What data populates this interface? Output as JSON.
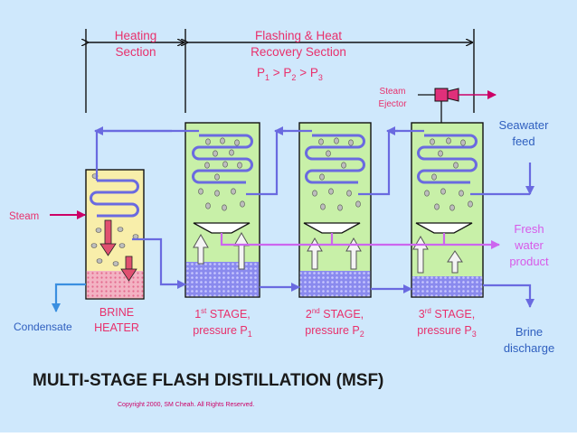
{
  "colors": {
    "background": "#cfe8fc",
    "red_text": "#e8306c",
    "blue_text": "#2f5fbf",
    "pink_text": "#d85ae8",
    "title_text": "#1a1a1a",
    "tank_fill": "#c8f0a8",
    "heater_fill": "#f8eeaa",
    "brine_fill": "#8080e8",
    "pipe_blue": "#6a6ae0",
    "pipe_pink": "#cc66ee",
    "steam_magenta": "#cc0066",
    "condensate_blue": "#3a8fe0"
  },
  "labels": {
    "heating_line1": "Heating",
    "heating_line2": "Section",
    "flashing_line1": "Flashing & Heat",
    "flashing_line2": "Recovery Section",
    "p1": "P",
    "p1_sub": "1",
    "gt1": " > P",
    "p2_sub": "2",
    "gt2": " > P",
    "p3_sub": "3",
    "ejector_line1": "Steam",
    "ejector_line2": "Ejector",
    "seawater_line1": "Seawater",
    "seawater_line2": "feed",
    "fresh_line1": "Fresh",
    "fresh_line2": "water",
    "fresh_line3": "product",
    "steam": "Steam",
    "condensate": "Condensate",
    "brine_heater_line1": "BRINE",
    "brine_heater_line2": "HEATER",
    "stage1_num": "1",
    "stage1_sup": "st",
    "stage1_rest": " STAGE,",
    "stage1_pressure": "pressure P",
    "stage1_psub": "1",
    "stage2_num": "2",
    "stage2_sup": "nd",
    "stage2_rest": " STAGE,",
    "stage2_pressure": "pressure P",
    "stage2_psub": "2",
    "stage3_num": "3",
    "stage3_sup": "rd",
    "stage3_rest": " STAGE,",
    "stage3_pressure": "pressure P",
    "stage3_psub": "3",
    "brine_discharge_line1": "Brine",
    "brine_discharge_line2": "discharge",
    "title": "MULTI-STAGE FLASH DISTILLATION (MSF)",
    "copyright": "Copyright 2000, SM Cheah. All Rights Reserved."
  }
}
